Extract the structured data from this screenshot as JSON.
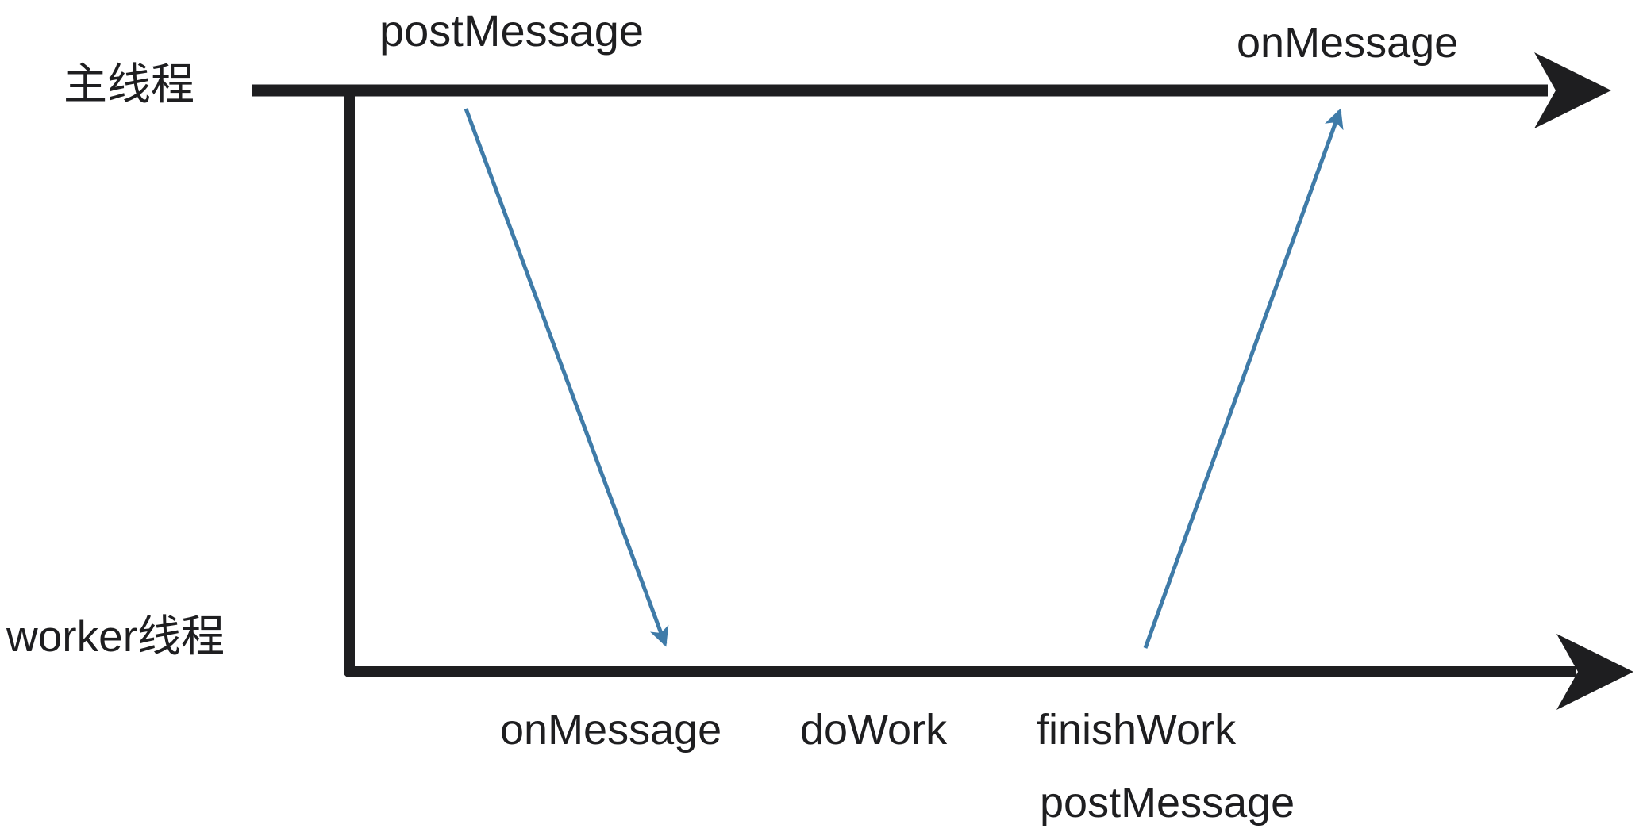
{
  "diagram": {
    "title_semantics": "web-worker message passing timeline",
    "top_lane": {
      "label": "主线程",
      "start_call": "postMessage",
      "end_call": "onMessage"
    },
    "bottom_lane": {
      "label": "worker线程",
      "annotations": [
        "onMessage",
        "doWork",
        "finishWork",
        "postMessage"
      ]
    }
  },
  "colors": {
    "background": "#ffffff",
    "line": "#1e1e20",
    "accent": "#3f7ba8"
  }
}
